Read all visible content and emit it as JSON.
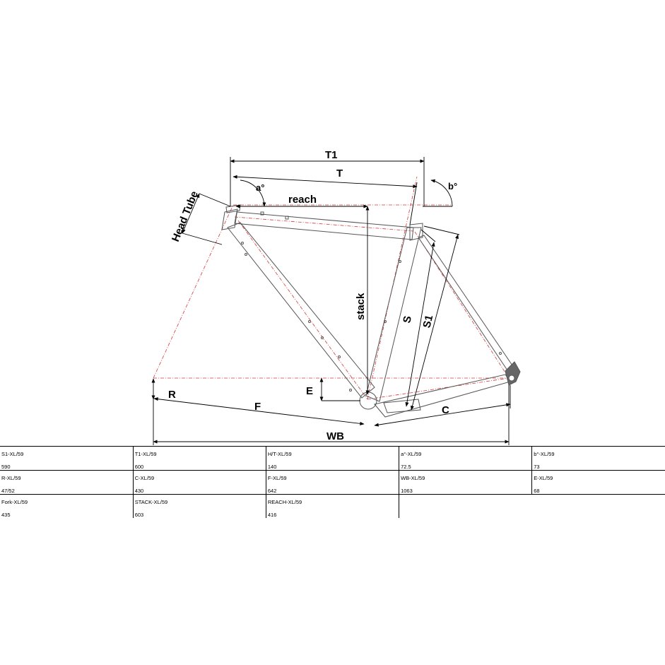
{
  "diagram": {
    "labels": {
      "t1": "T1",
      "t": "T",
      "a": "a°",
      "b": "b°",
      "reach": "reach",
      "head_tube": "Head Tube",
      "stack": "stack",
      "s": "S",
      "s1": "S1",
      "r": "R",
      "e": "E",
      "f": "F",
      "c": "C",
      "wb": "WB"
    }
  },
  "table": {
    "rows": [
      [
        {
          "label": "S1-XL/59",
          "value": "590"
        },
        {
          "label": "T1-XL/59",
          "value": "600"
        },
        {
          "label": "H/T-XL/59",
          "value": "140"
        },
        {
          "label": "a°-XL/59",
          "value": "72.5"
        },
        {
          "label": "b°-XL/59",
          "value": "73"
        }
      ],
      [
        {
          "label": "R-XL/59",
          "value": "47/52"
        },
        {
          "label": "C-XL/59",
          "value": "430"
        },
        {
          "label": "F-XL/59",
          "value": "642"
        },
        {
          "label": "WB-XL/59",
          "value": "1063"
        },
        {
          "label": "E-XL/59",
          "value": "68"
        }
      ],
      [
        {
          "label": "Fork-XL/59",
          "value": "435"
        },
        {
          "label": "STACK-XL/59",
          "value": "603"
        },
        {
          "label": "REACH-XL/59",
          "value": "416"
        },
        {
          "label": "",
          "value": ""
        },
        {
          "label": "",
          "value": ""
        }
      ]
    ]
  }
}
